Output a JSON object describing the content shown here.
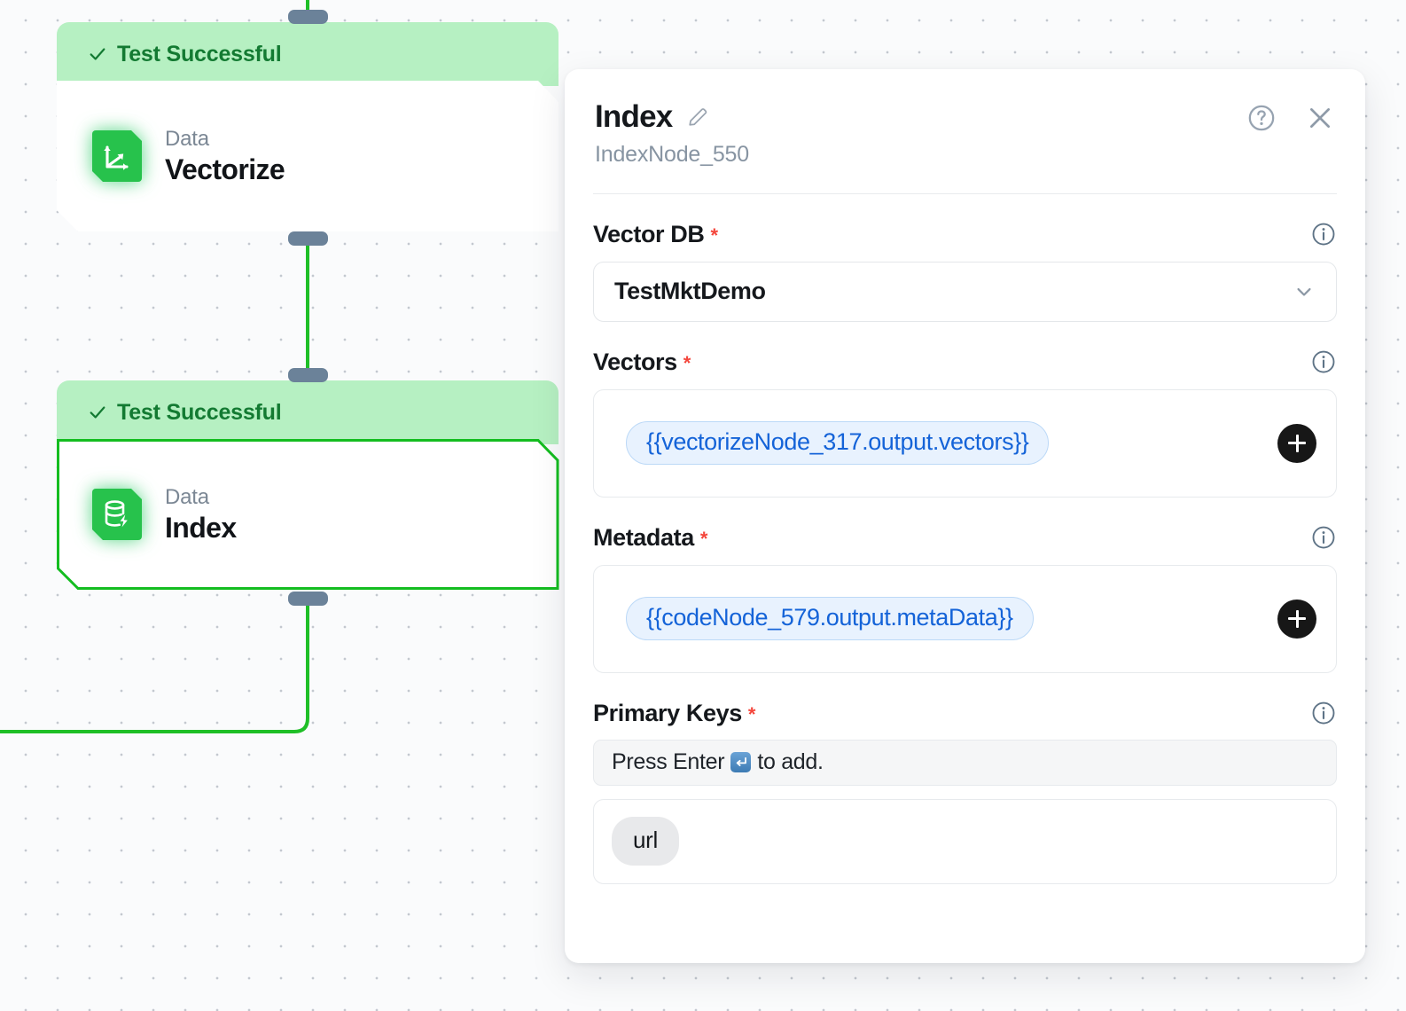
{
  "canvas": {
    "nodes": [
      {
        "status_label": "Test Successful",
        "status_icon": "check-icon",
        "category": "Data",
        "title": "Vectorize",
        "icon": "vector-axes-icon",
        "selected": false
      },
      {
        "status_label": "Test Successful",
        "status_icon": "check-icon",
        "category": "Data",
        "title": "Index",
        "icon": "database-lightning-icon",
        "selected": true
      }
    ],
    "colors": {
      "edge": "#1fbf27",
      "banner_bg": "#b6f0c2",
      "banner_text": "#137a32",
      "node_icon": "#27c24c",
      "handle": "#6b8299",
      "selected_border": "#14bd20"
    }
  },
  "panel": {
    "title": "Index",
    "edit_icon": "pencil-icon",
    "subtitle": "IndexNode_550",
    "actions": [
      {
        "name": "help-icon",
        "label": "?"
      },
      {
        "name": "close-icon",
        "label": "✕"
      }
    ],
    "fields": [
      {
        "label": "Vector DB",
        "required": "*",
        "info_icon": "info-icon",
        "type": "select",
        "value": "TestMktDemo",
        "chevron_icon": "chevron-down-icon"
      },
      {
        "label": "Vectors",
        "required": "*",
        "info_icon": "info-icon",
        "type": "tokens",
        "token": "{{vectorizeNode_317.output.vectors}}",
        "add_icon": "plus-icon"
      },
      {
        "label": "Metadata",
        "required": "*",
        "info_icon": "info-icon",
        "type": "tokens",
        "token": "{{codeNode_579.output.metaData}}",
        "add_icon": "plus-icon"
      },
      {
        "label": "Primary Keys",
        "required": "*",
        "info_icon": "info-icon",
        "type": "taginput",
        "placeholder_before": "Press Enter",
        "placeholder_key_icon": "enter-key-icon",
        "placeholder_after": "to add.",
        "chips": [
          "url"
        ]
      }
    ],
    "colors": {
      "token_text": "#1463d8",
      "token_bg": "#e8f2fe",
      "required": "#f4463c",
      "add_button": "#171717"
    }
  }
}
